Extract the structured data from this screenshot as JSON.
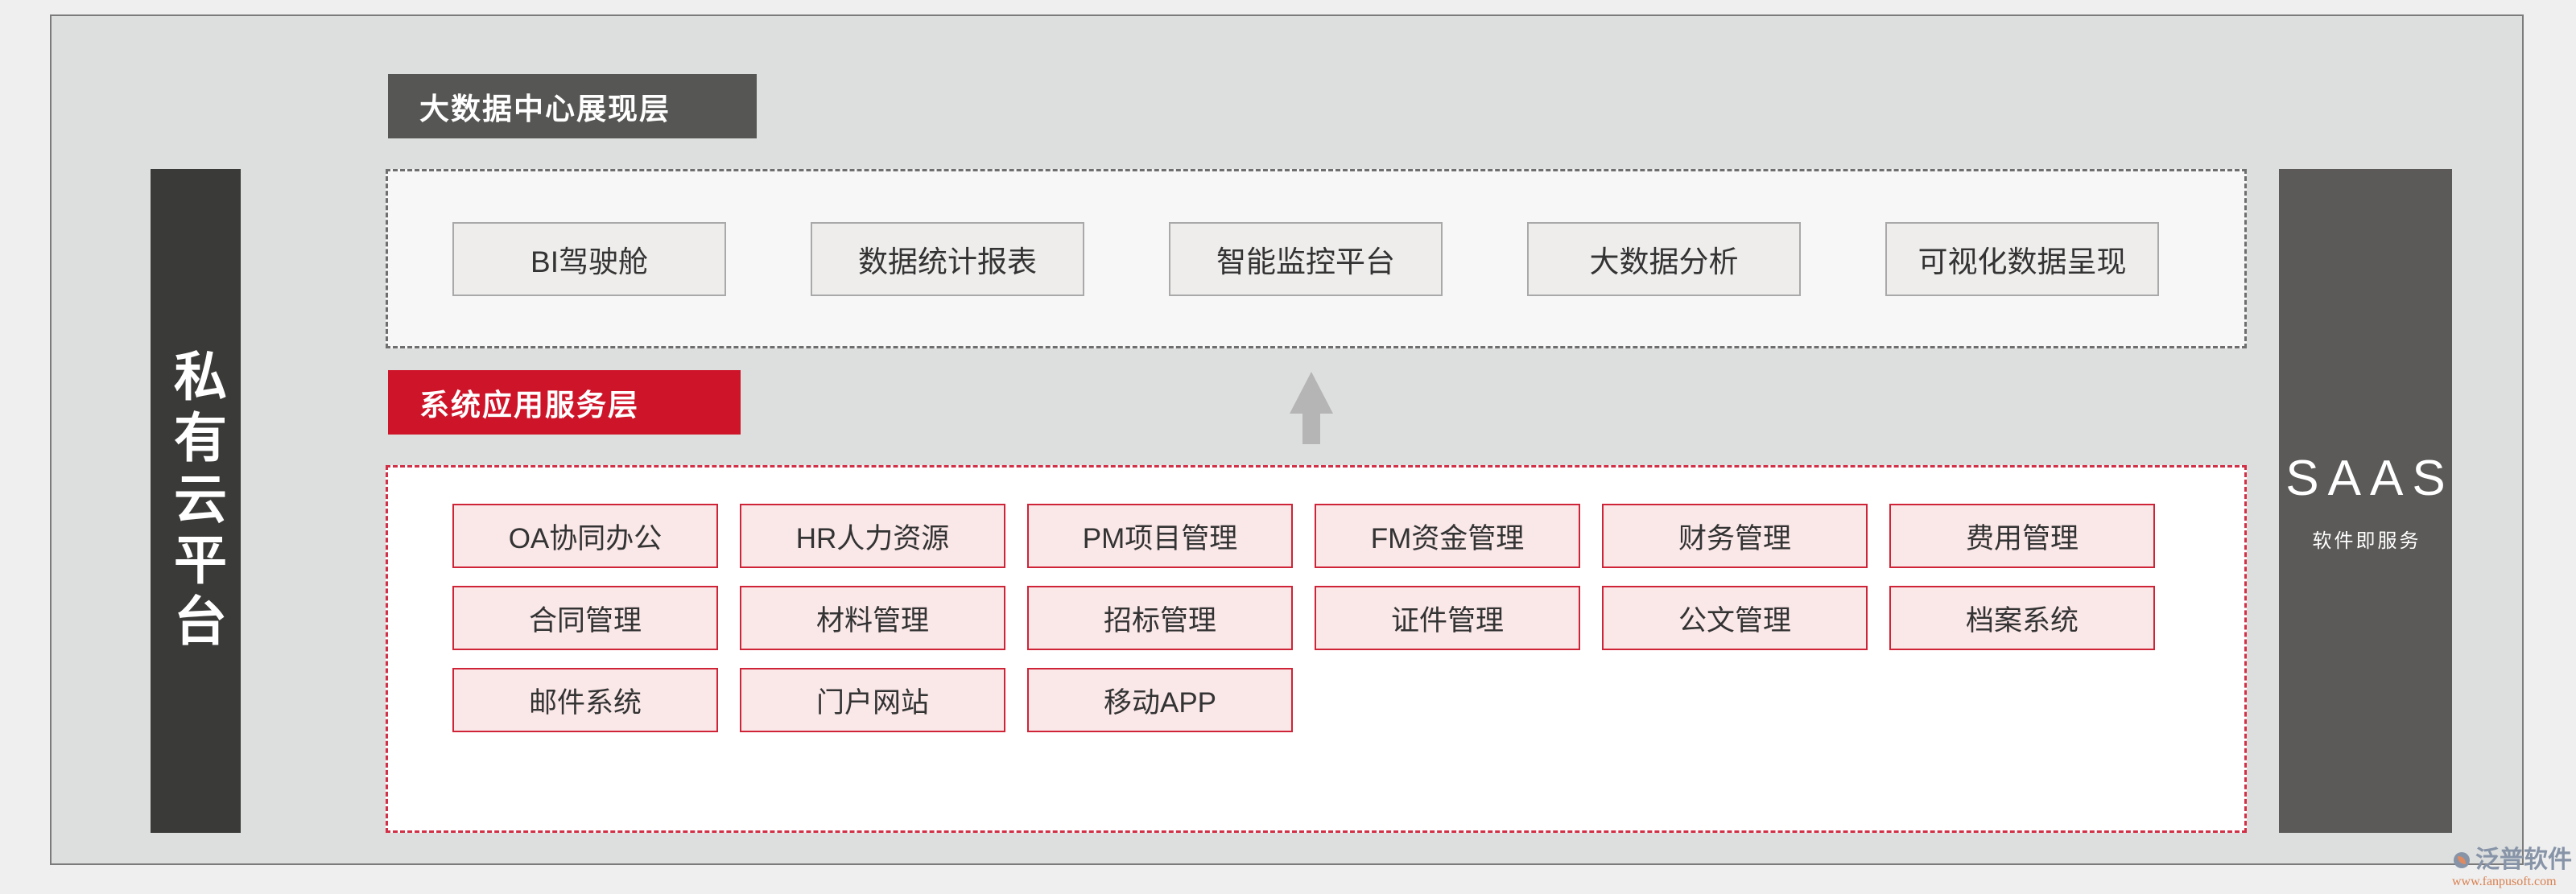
{
  "frame": {
    "background_color": "#dddfde",
    "border_color": "#7b7b7b"
  },
  "left_pillar": {
    "label": "私有云平台",
    "background_color": "#3a3a38",
    "text_color": "#ffffff"
  },
  "right_pillar": {
    "title": "SAAS",
    "subtitle": "软件即服务",
    "background_color": "#5b5a58",
    "text_color": "#ffffff"
  },
  "bigdata_layer": {
    "tab_label": "大数据中心展现层",
    "tab_color": "#565654",
    "panel_border_color": "#6e6e6e",
    "panel_background": "#f7f7f7",
    "box_background": "#eeedec",
    "box_border_color": "#a9a9a9",
    "items": [
      {
        "label": "BI驾驶舱"
      },
      {
        "label": "数据统计报表"
      },
      {
        "label": "智能监控平台"
      },
      {
        "label": "大数据分析"
      },
      {
        "label": "可视化数据呈现"
      }
    ]
  },
  "flow_arrow": {
    "direction": "up",
    "color": "#b5b5b5"
  },
  "app_layer": {
    "tab_label": "系统应用服务层",
    "tab_color": "#ce1428",
    "panel_border_color": "#d23047",
    "panel_background": "#ffffff",
    "box_background": "#fae7e8",
    "box_border_color": "#cf2437",
    "rows": [
      [
        {
          "label": "OA协同办公"
        },
        {
          "label": "HR人力资源"
        },
        {
          "label": "PM项目管理"
        },
        {
          "label": "FM资金管理"
        },
        {
          "label": "财务管理"
        },
        {
          "label": "费用管理"
        }
      ],
      [
        {
          "label": "合同管理"
        },
        {
          "label": "材料管理"
        },
        {
          "label": "招标管理"
        },
        {
          "label": "证件管理"
        },
        {
          "label": "公文管理"
        },
        {
          "label": "档案系统"
        }
      ],
      [
        {
          "label": "邮件系统"
        },
        {
          "label": "门户网站"
        },
        {
          "label": "移动APP"
        }
      ]
    ]
  },
  "watermark": {
    "brand": "泛普软件",
    "url": "www.fanpusoft.com",
    "brand_color": "#8794a8",
    "url_color": "#d98050"
  }
}
